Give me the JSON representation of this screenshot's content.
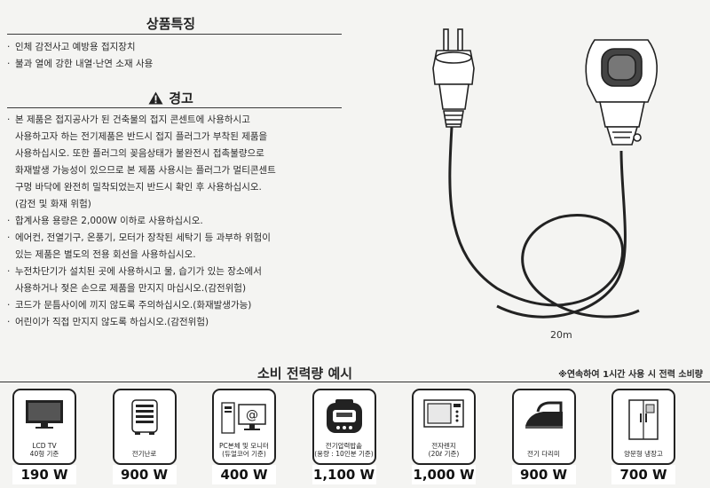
{
  "features": {
    "title": "상품특징",
    "items": [
      "인체 감전사고 예방용 접지장치",
      "불과 열에 강한 내열·난연 소재 사용"
    ]
  },
  "warning": {
    "title": "경고",
    "icon": "warning-triangle-icon",
    "items": [
      [
        "본 제품은 접지공사가 된 건축물의 접지 콘센트에 사용하시고",
        "사용하고자 하는 전기제품은 반드시 접지 플러그가 부착된 제품을",
        "사용하십시오. 또한 플러그의 꽂음상태가 불완전시 접촉불량으로",
        "화재발생 가능성이 있으므로 본 제품 사용시는 플러그가 멀티콘센트",
        "구멍 바닥에 완전히 밀착되었는지 반드시 확인 후 사용하십시오.",
        "(감전 및 화재 위험)"
      ],
      [
        "합계사용 용량은 2,000W 이하로 사용하십시오."
      ],
      [
        "에어컨, 전열기구, 온풍기, 모터가 장착된 세탁기 등 과부하 위험이",
        "있는 제품은 별도의 전용 회선을 사용하십시오."
      ],
      [
        "누전차단기가 설치된 곳에 사용하시고 물, 습기가 있는 장소에서",
        "사용하거나 젖은 손으로 제품을 만지지 마십시오.(감전위험)"
      ],
      [
        "코드가 문틈사이에 끼지 않도록 주의하십시오.(화재발생가능)"
      ],
      [
        "어린이가 직접 만지지 않도록 하십시오.(감전위험)"
      ]
    ]
  },
  "illustration": {
    "caption": "20m"
  },
  "consumption": {
    "title": "소비 전력량 예시",
    "note": "※연속하여 1시간 사용 시 전력 소비량",
    "cards": [
      {
        "icon": "tv-icon",
        "label": [
          "LCD TV",
          "40형 기준"
        ],
        "watt": "190 W"
      },
      {
        "icon": "heater-icon",
        "label": [
          "전기난로"
        ],
        "watt": "900 W"
      },
      {
        "icon": "pc-monitor-icon",
        "label": [
          "PC본체 및 모니터",
          "(듀얼코어 기준)"
        ],
        "watt": "400 W"
      },
      {
        "icon": "rice-cooker-icon",
        "label": [
          "전기압력밥솥",
          "(용량 : 10인분 기준)"
        ],
        "watt": "1,100 W"
      },
      {
        "icon": "microwave-icon",
        "label": [
          "전자렌지",
          "(20ℓ 기준)"
        ],
        "watt": "1,000 W"
      },
      {
        "icon": "iron-icon",
        "label": [
          "전기 다리미"
        ],
        "watt": "900 W"
      },
      {
        "icon": "refrigerator-icon",
        "label": [
          "양문형 냉장고"
        ],
        "watt": "700 W"
      }
    ]
  }
}
